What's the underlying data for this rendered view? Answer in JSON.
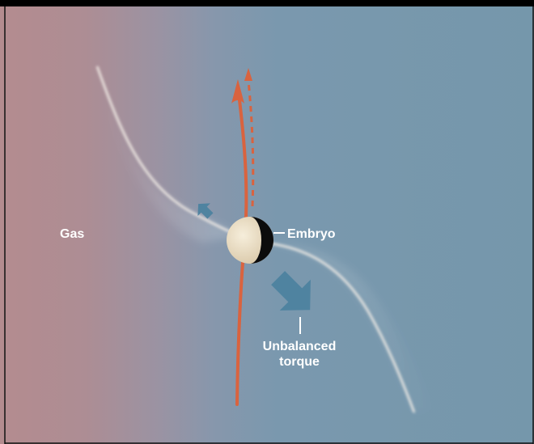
{
  "diagram": {
    "labels": {
      "gas": "Gas",
      "embryo": "Embryo",
      "torque_line1": "Unbalanced",
      "torque_line2": "torque"
    },
    "colors": {
      "top_bar": "#000000",
      "gas_side": "#b48c8f",
      "space_side": "#7898ad",
      "trajectory": "#d9633f",
      "torque_arrow": "#4f83a0",
      "embryo_light": "#ede1c6",
      "embryo_dark": "#0c0c0c",
      "label_text": "#ffffff",
      "frame": "#111111"
    },
    "icons": [
      "gas-cloud",
      "orbit-arrow",
      "dashed-orbit-arrow",
      "embryo-planet",
      "torque-arrow-large",
      "torque-arrow-small"
    ]
  }
}
